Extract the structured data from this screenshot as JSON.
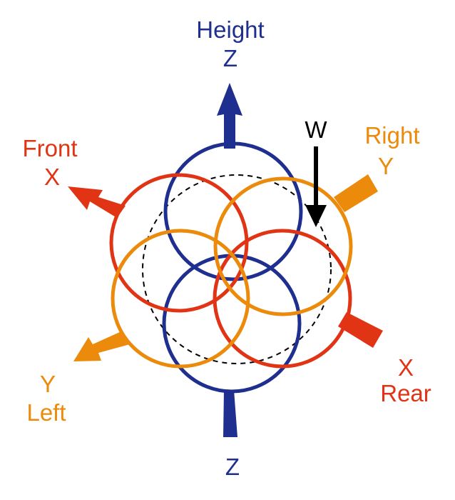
{
  "colors": {
    "z_axis": "#1f2f8f",
    "x_axis": "#e03414",
    "y_axis": "#ec8a0c",
    "w_arrow": "#000000",
    "reference_circle": "#000000"
  },
  "labels": {
    "top_line1": "Height",
    "top_line2": "Z",
    "bottom": "Z",
    "front_line1": "Front",
    "front_line2": "X",
    "rear_line1": "X",
    "rear_line2": "Rear",
    "right_line1": "Right",
    "right_line2": "Y",
    "left_line1": "Y",
    "left_line2": "Left",
    "w": "W"
  }
}
